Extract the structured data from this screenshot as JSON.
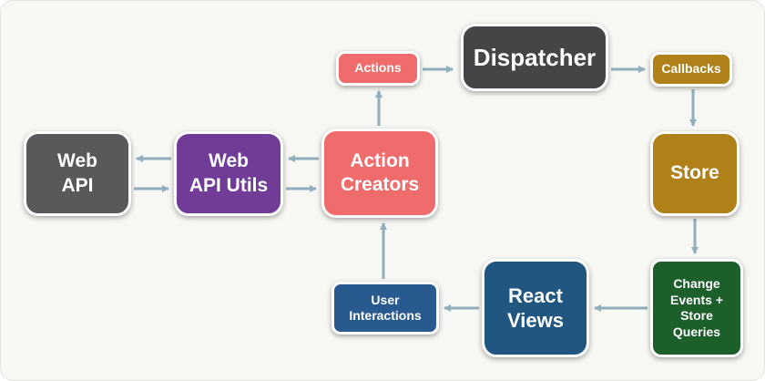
{
  "diagram": {
    "arrow_color": "#90aebc",
    "nodes": {
      "web_api": {
        "label": "Web\nAPI",
        "color": "#58595b"
      },
      "web_api_utils": {
        "label": "Web\nAPI Utils",
        "color": "#713c97"
      },
      "action_creators": {
        "label": "Action\nCreators",
        "color": "#f06b6b"
      },
      "actions": {
        "label": "Actions",
        "color": "#f06b6b"
      },
      "dispatcher": {
        "label": "Dispatcher",
        "color": "#454547"
      },
      "callbacks": {
        "label": "Callbacks",
        "color": "#b08119"
      },
      "store": {
        "label": "Store",
        "color": "#b08119"
      },
      "change_events": {
        "label": "Change\nEvents +\nStore\nQueries",
        "color": "#1c5f2a"
      },
      "react_views": {
        "label": "React\nViews",
        "color": "#20567f"
      },
      "user_interactions": {
        "label": "User\nInteractions",
        "color": "#28598f"
      }
    },
    "edges": [
      {
        "from": "Actions",
        "to": "Dispatcher"
      },
      {
        "from": "Dispatcher",
        "to": "Callbacks"
      },
      {
        "from": "Callbacks",
        "to": "Store"
      },
      {
        "from": "Store",
        "to": "Change Events + Store Queries"
      },
      {
        "from": "Change Events + Store Queries",
        "to": "React Views"
      },
      {
        "from": "React Views",
        "to": "User Interactions"
      },
      {
        "from": "User Interactions",
        "to": "Action Creators"
      },
      {
        "from": "Action Creators",
        "to": "Actions"
      },
      {
        "from": "Action Creators",
        "to": "Web API Utils"
      },
      {
        "from": "Web API Utils",
        "to": "Action Creators"
      },
      {
        "from": "Web API Utils",
        "to": "Web API"
      },
      {
        "from": "Web API",
        "to": "Web API Utils"
      }
    ]
  }
}
